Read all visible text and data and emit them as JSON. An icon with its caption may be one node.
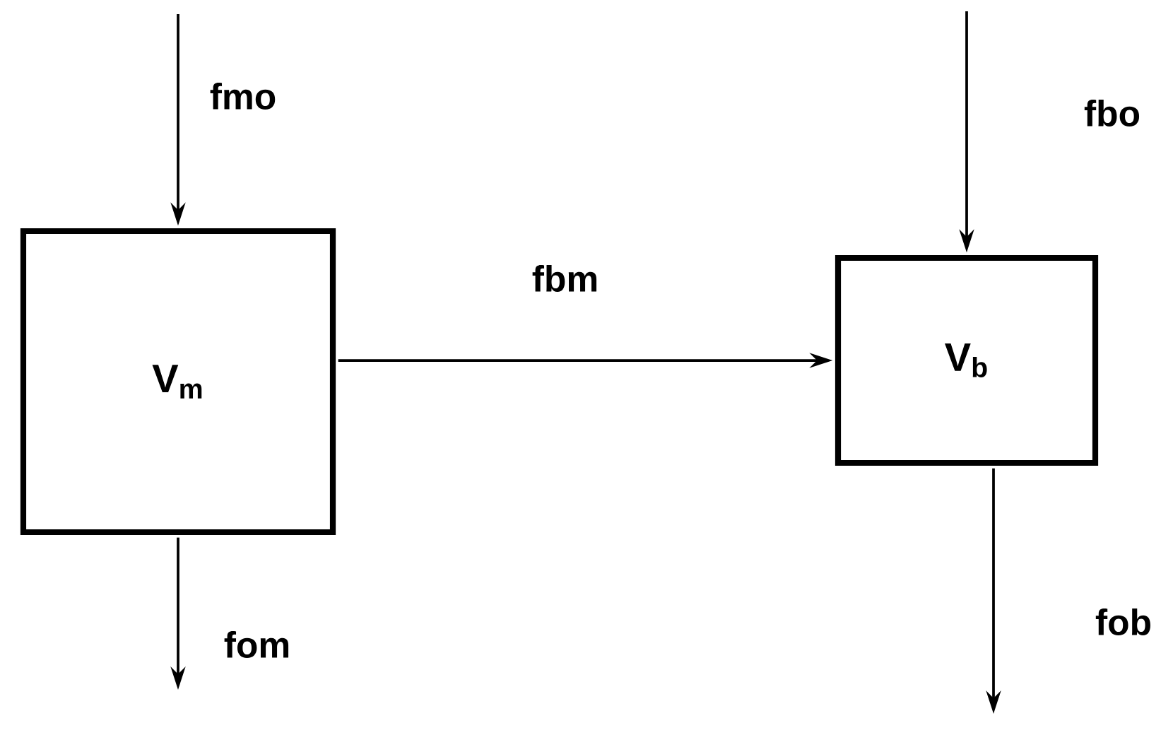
{
  "diagram": {
    "nodes": [
      {
        "text": [
          "V$_{m}$"
        ]
      },
      {
        "text": [
          "V$_{b}$"
        ]
      }
    ],
    "edges": [
      {
        "from": null,
        "to": 0,
        "arrow": "to",
        "label": "fmo"
      },
      {
        "from": 0,
        "to": 1,
        "arrow": "to",
        "label": "fbm"
      },
      {
        "from": null,
        "to": 1,
        "arrow": "to",
        "label": "fbo"
      },
      {
        "from": 0,
        "to": null,
        "arrow": "to",
        "label": "fom"
      },
      {
        "from": 1,
        "to": null,
        "arrow": "to",
        "label": "fob"
      }
    ]
  }
}
